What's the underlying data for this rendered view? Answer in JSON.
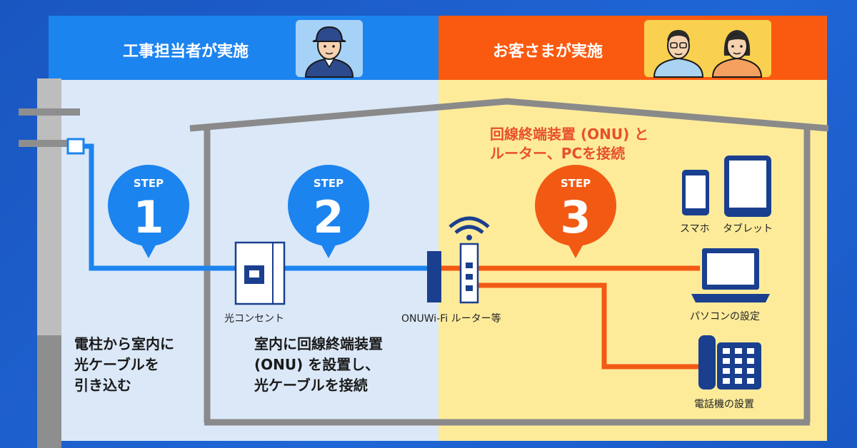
{
  "header": {
    "left_title": "工事担当者が実施",
    "right_title": "お客さまが実施"
  },
  "steps": [
    {
      "label": "STEP",
      "number": "1",
      "color": "#1c84ef"
    },
    {
      "label": "STEP",
      "number": "2",
      "color": "#1c84ef"
    },
    {
      "label": "STEP",
      "number": "3",
      "color": "#f25a14"
    }
  ],
  "devices": {
    "outlet": "光コンセント",
    "router": "ONUWi-Fi ルーター等",
    "smartphone": "スマホ",
    "tablet": "タブレット",
    "pc": "パソコンの設定",
    "phone": "電話機の設置"
  },
  "descriptions": {
    "step1": [
      "電柱から室内に",
      "光ケーブルを",
      "引き込む"
    ],
    "step2": [
      "室内に回線終端装置",
      "(ONU) を設置し、",
      "光ケーブルを接続"
    ],
    "step3": [
      "回線終端装置 (ONU) と",
      "ルーター、PCを接続"
    ]
  },
  "colors": {
    "blue_line": "#1c84ef",
    "orange_line": "#f25a14",
    "house_outline": "#8a8a8a"
  }
}
